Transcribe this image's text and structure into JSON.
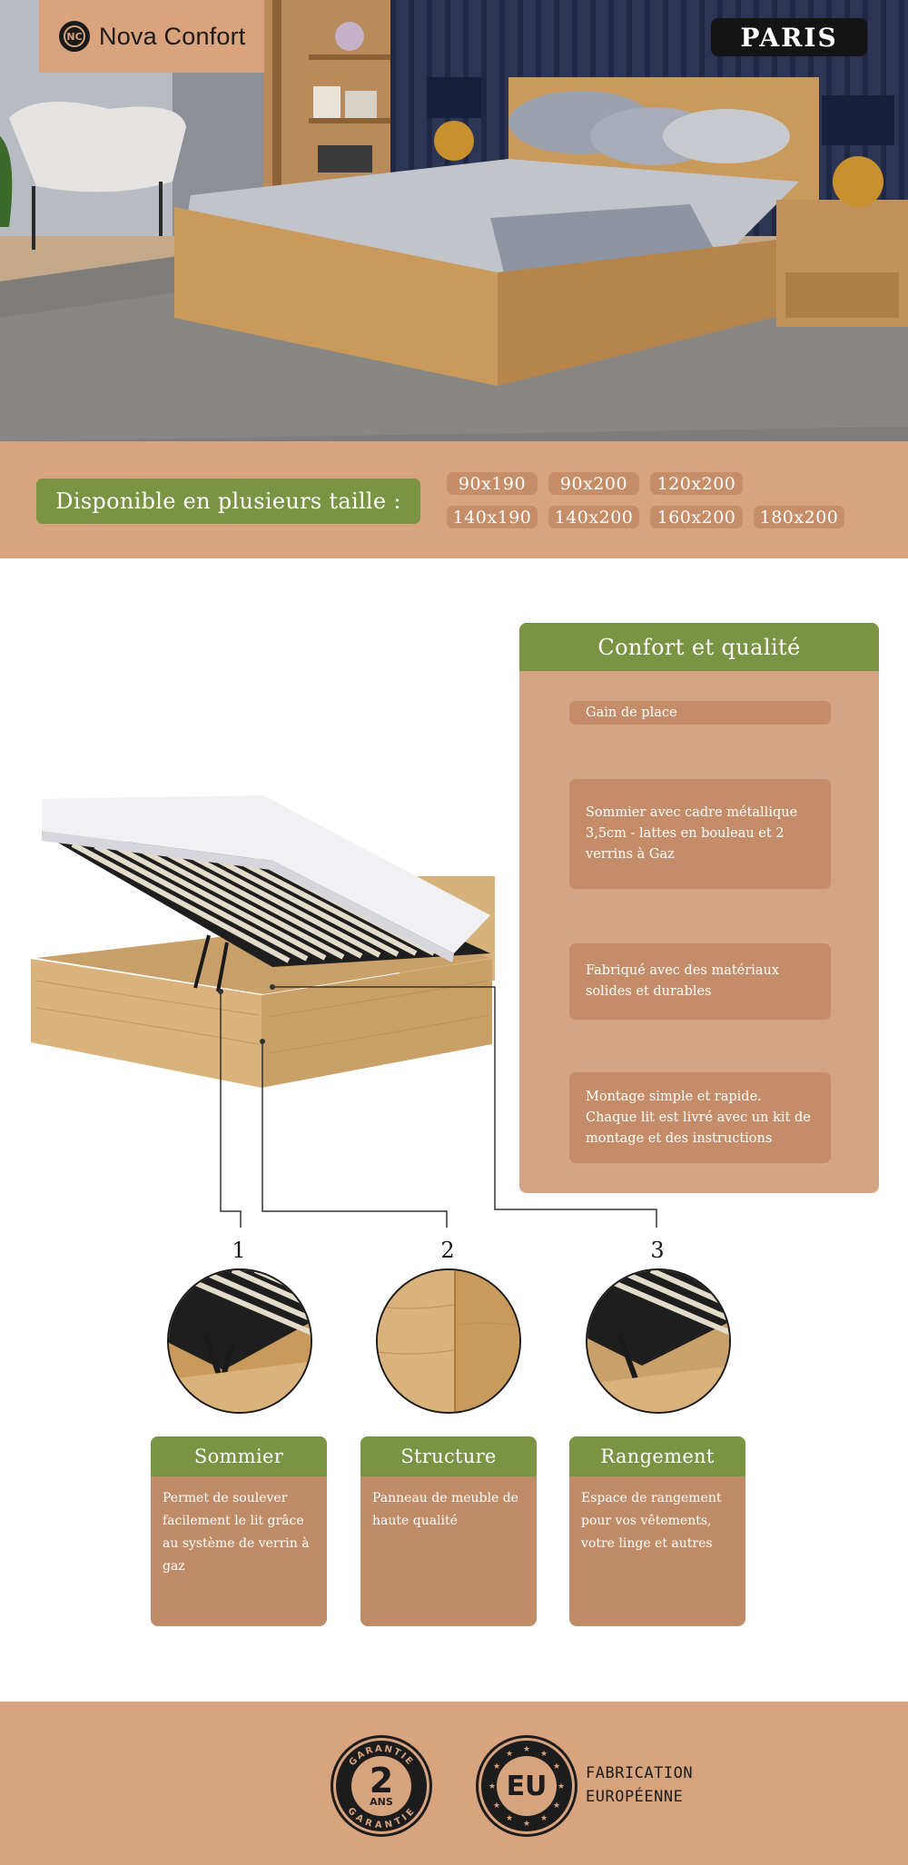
{
  "header": {
    "brand": "Nova Confort",
    "brand_initials": "NC",
    "model": "PARIS"
  },
  "sizes": {
    "title": "Disponible en plusieurs taille :",
    "row1": [
      "90x190",
      "90x200",
      "120x200"
    ],
    "row2": [
      "140x190",
      "140x200",
      "160x200",
      "180x200"
    ]
  },
  "confort": {
    "title": "Confort et qualité",
    "features": [
      "Gain de place",
      "Sommier avec cadre métallique 3,5cm - lattes en bouleau et 2 verrins à Gaz",
      "Fabriqué avec des matériaux solides et durables",
      "Montage simple et rapide. Chaque lit est livré avec un kit de montage et des instructions"
    ]
  },
  "callouts": [
    "1",
    "2",
    "3"
  ],
  "cards": [
    {
      "title": "Sommier",
      "text": "Permet de soulever facilement le lit grâce au système de verrin à gaz"
    },
    {
      "title": "Structure",
      "text": "Panneau de meuble de haute qualité"
    },
    {
      "title": "Rangement",
      "text": "Espace de rangement pour vos vêtements, votre linge et autres"
    }
  ],
  "footer": {
    "guarantee_number": "2",
    "guarantee_unit": "ANS",
    "guarantee_ring": "GARANTIE",
    "eu_label": "EU",
    "fabrication_line1": "FABRICATION",
    "fabrication_line2": "EUROPÉENNE"
  },
  "colors": {
    "green": "#7a9444",
    "tan": "#d7a47f",
    "card_brown": "#c08c68",
    "dark": "#141414"
  }
}
